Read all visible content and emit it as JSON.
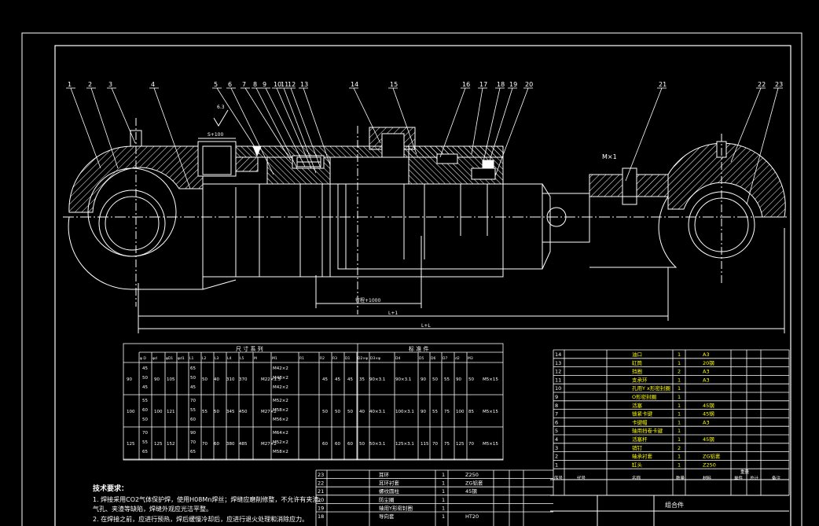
{
  "balloons": [
    "1",
    "2",
    "3",
    "4",
    "5",
    "6",
    "7",
    "8",
    "9",
    "10",
    "11",
    "12",
    "13",
    "14",
    "15",
    "16",
    "17",
    "18",
    "19",
    "20",
    "21",
    "22",
    "23"
  ],
  "dimension_labels": {
    "stroke_piece": "S+100",
    "stroke": "行程+1000",
    "closed_length": "L+1",
    "total_length": "L+L",
    "thread": "M×1",
    "roughness": "6.3"
  },
  "size_table": {
    "group_header": "尺 寸 系 列",
    "std_header": "标 准 件",
    "columns": [
      "φ D",
      "φd",
      "φD1",
      "φd1",
      "L1",
      "L2",
      "L3",
      "L4",
      "L5",
      "M",
      "M1",
      "R1",
      "R2",
      "R3",
      "D1",
      "D2×φ",
      "D3×φ",
      "D4",
      "D5",
      "D6",
      "D7",
      "d2",
      "M3"
    ],
    "rows": [
      {
        "D": "90",
        "d": [
          "45",
          "50",
          "45"
        ],
        "D1": "90",
        "d1": "105",
        "L1": "50",
        "L2": "40",
        "L3": "310",
        "L4": "370",
        "M": "M22×1.5",
        "M1": [
          "M42×2",
          "M48×2",
          "M42×2"
        ],
        "R1": "45",
        "R2": "45",
        "R3": "45",
        "D1s": "35",
        "D2": "90×3.1",
        "D3": "90×3.1",
        "D4": "90",
        "D5": "50",
        "D6": "55",
        "D7": "90",
        "d2": "50",
        "M3": "M5×15",
        "L5": [
          "65",
          "50",
          "45"
        ]
      },
      {
        "D": "100",
        "d": [
          "55",
          "60",
          "50"
        ],
        "D1": "100",
        "d1": "121",
        "L1": "55",
        "L2": "50",
        "L3": "345",
        "L4": "450",
        "M": "M27×2",
        "M1": [
          "M52×2",
          "M58×2",
          "M56×2"
        ],
        "R1": "50",
        "R2": "50",
        "R3": "50",
        "D1s": "40",
        "D2": "40×3.1",
        "D3": "100×3.1",
        "D4": "90",
        "D5": "55",
        "D6": "75",
        "D7": "100",
        "d2": "85",
        "M3": "M5×15",
        "L5": [
          "70",
          "55",
          "60"
        ]
      },
      {
        "D": "125",
        "d": [
          "70",
          "55",
          "65"
        ],
        "D1": "125",
        "d1": "152",
        "L1": "70",
        "L2": "60",
        "L3": "380",
        "L4": "485",
        "M": "M27×2",
        "M1": [
          "M64×2",
          "M52×2",
          "M58×2"
        ],
        "R1": "60",
        "R2": "60",
        "R3": "60",
        "D1s": "50",
        "D2": "50×3.1",
        "D3": "125×3.1",
        "D4": "115",
        "D5": "70",
        "D6": "75",
        "D7": "125",
        "d2": "70",
        "M3": "M5×15",
        "L5": [
          "90",
          "70",
          "65"
        ]
      }
    ]
  },
  "bom_right": [
    {
      "no": "14",
      "name": "油口",
      "qty": "1",
      "mat": "A3"
    },
    {
      "no": "13",
      "name": "缸筒",
      "qty": "1",
      "mat": "20钢"
    },
    {
      "no": "12",
      "name": "挡圈",
      "qty": "2",
      "mat": "A3"
    },
    {
      "no": "11",
      "name": "支承环",
      "qty": "1",
      "mat": "A3"
    },
    {
      "no": "10",
      "name": "孔用Y x形密封圈",
      "qty": "1",
      "mat": ""
    },
    {
      "no": "9",
      "name": "O形密封圈",
      "qty": "1",
      "mat": ""
    },
    {
      "no": "8",
      "name": "活塞",
      "qty": "1",
      "mat": "45钢"
    },
    {
      "no": "7",
      "name": "锁紧卡键",
      "qty": "1",
      "mat": "45钢"
    },
    {
      "no": "6",
      "name": "卡键帽",
      "qty": "1",
      "mat": "A3"
    },
    {
      "no": "5",
      "name": "轴用挡卷卡键",
      "qty": "1",
      "mat": ""
    },
    {
      "no": "4",
      "name": "活塞杆",
      "qty": "1",
      "mat": "45钢"
    },
    {
      "no": "3",
      "name": "销钉",
      "qty": "2",
      "mat": ""
    },
    {
      "no": "2",
      "name": "轴承衬套",
      "qty": "1",
      "mat": "ZG铝套"
    },
    {
      "no": "1",
      "name": "缸头",
      "qty": "1",
      "mat": "Z250"
    }
  ],
  "bom_header": {
    "no": "序号",
    "code": "代号",
    "name": "名称",
    "qty": "数量",
    "mat": "材料",
    "unit": "单件",
    "total": "总计",
    "note": "备注",
    "weight": "重量"
  },
  "bom_left": [
    {
      "no": "23",
      "name": "耳环",
      "qty": "1",
      "mat": "Z250"
    },
    {
      "no": "22",
      "name": "耳环衬套",
      "qty": "1",
      "mat": "ZG铝套"
    },
    {
      "no": "21",
      "name": "螺纹圆柱",
      "qty": "1",
      "mat": "45钢"
    },
    {
      "no": "20",
      "name": "防尘圈",
      "qty": "1",
      "mat": ""
    },
    {
      "no": "19",
      "name": "轴用Y形密封圈",
      "qty": "1",
      "mat": ""
    },
    {
      "no": "18",
      "name": "导向套",
      "qty": "1",
      "mat": "HT20"
    }
  ],
  "title_block": {
    "title": "组合件"
  },
  "notes": {
    "heading": "技术要求：",
    "lines": [
      "1. 焊接采用CO2气体保护焊，使用H08Mn焊丝；焊缝应磨削修整，不允许有夹渣、",
      "   气孔、夹渣等缺陷，焊缝外观应光洁平整。",
      "2. 在焊接之前，应进行预热，焊后缓慢冷却后，应进行退火处理和消除应力。"
    ]
  }
}
